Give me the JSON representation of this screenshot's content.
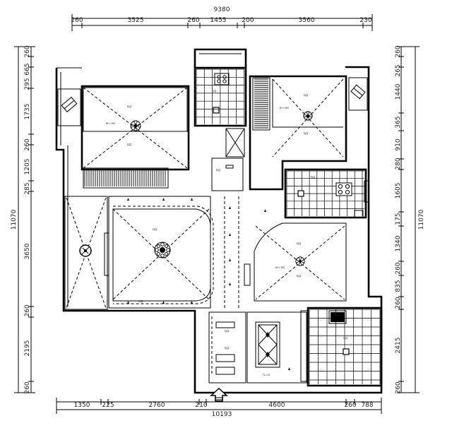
{
  "dimensions": {
    "top_total": "9380",
    "top_segments": [
      "260",
      "3525",
      "260",
      "1455",
      "200",
      "3560",
      "230"
    ],
    "bottom_total": "10193",
    "bottom_segments": [
      "1350",
      "225",
      "2760",
      "210",
      "4600",
      "260",
      "788"
    ],
    "left_total": "11070",
    "left_segments": [
      "260",
      "295",
      "665",
      "1735",
      "260",
      "1205",
      "285",
      "3650",
      "260",
      "2195",
      "260"
    ],
    "right_total": "11070",
    "right_segments": [
      "260",
      "265",
      "1440",
      "365",
      "910",
      "280",
      "1605",
      "175",
      "1340",
      "260",
      "835",
      "260",
      "2415",
      "260"
    ]
  },
  "labels": {
    "small_tag": "标高",
    "small_tag_b": "BH=360",
    "small_tag_c": "TL=26"
  }
}
